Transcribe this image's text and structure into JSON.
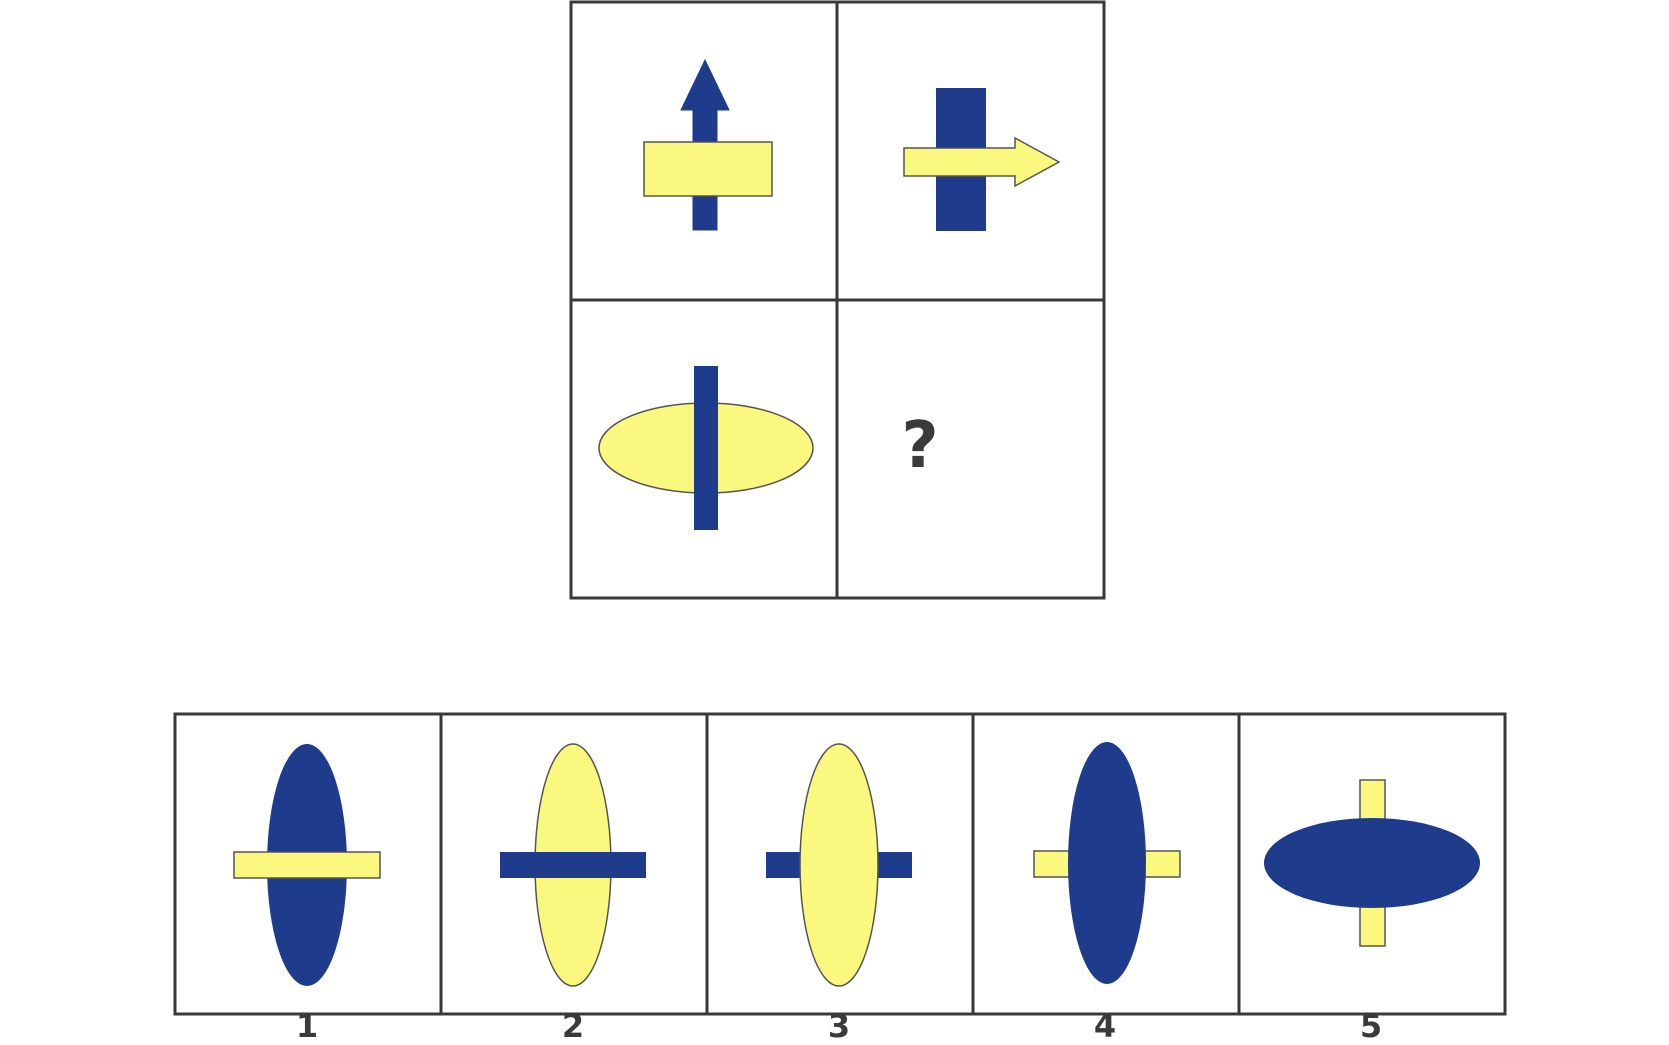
{
  "colors": {
    "blue": "#1f3c8c",
    "yellow": "#fbf87f",
    "frame": "#3a3a3a",
    "background": "#ffffff"
  },
  "question_grid": {
    "missing_cell_label": "?",
    "cells": [
      {
        "position": "top-left",
        "description_icons": [
          "blue-up-arrow-icon",
          "yellow-horizontal-rectangle-icon"
        ]
      },
      {
        "position": "top-right",
        "description_icons": [
          "blue-vertical-rectangle-icon",
          "yellow-right-arrow-icon"
        ]
      },
      {
        "position": "bottom-left",
        "description_icons": [
          "yellow-horizontal-ellipse-icon",
          "blue-vertical-bar-icon"
        ]
      },
      {
        "position": "bottom-right",
        "description_icons": [
          "question-mark-icon"
        ]
      }
    ]
  },
  "answer_options": [
    {
      "label": "1",
      "icons": [
        "blue-vertical-ellipse-icon",
        "yellow-horizontal-bar-front-icon"
      ]
    },
    {
      "label": "2",
      "icons": [
        "yellow-vertical-ellipse-icon",
        "blue-horizontal-bar-front-icon"
      ]
    },
    {
      "label": "3",
      "icons": [
        "blue-horizontal-bar-behind-icon",
        "yellow-vertical-ellipse-icon"
      ]
    },
    {
      "label": "4",
      "icons": [
        "yellow-horizontal-bar-behind-icon",
        "blue-vertical-ellipse-icon"
      ]
    },
    {
      "label": "5",
      "icons": [
        "yellow-vertical-bar-behind-icon",
        "blue-horizontal-ellipse-icon"
      ]
    }
  ]
}
